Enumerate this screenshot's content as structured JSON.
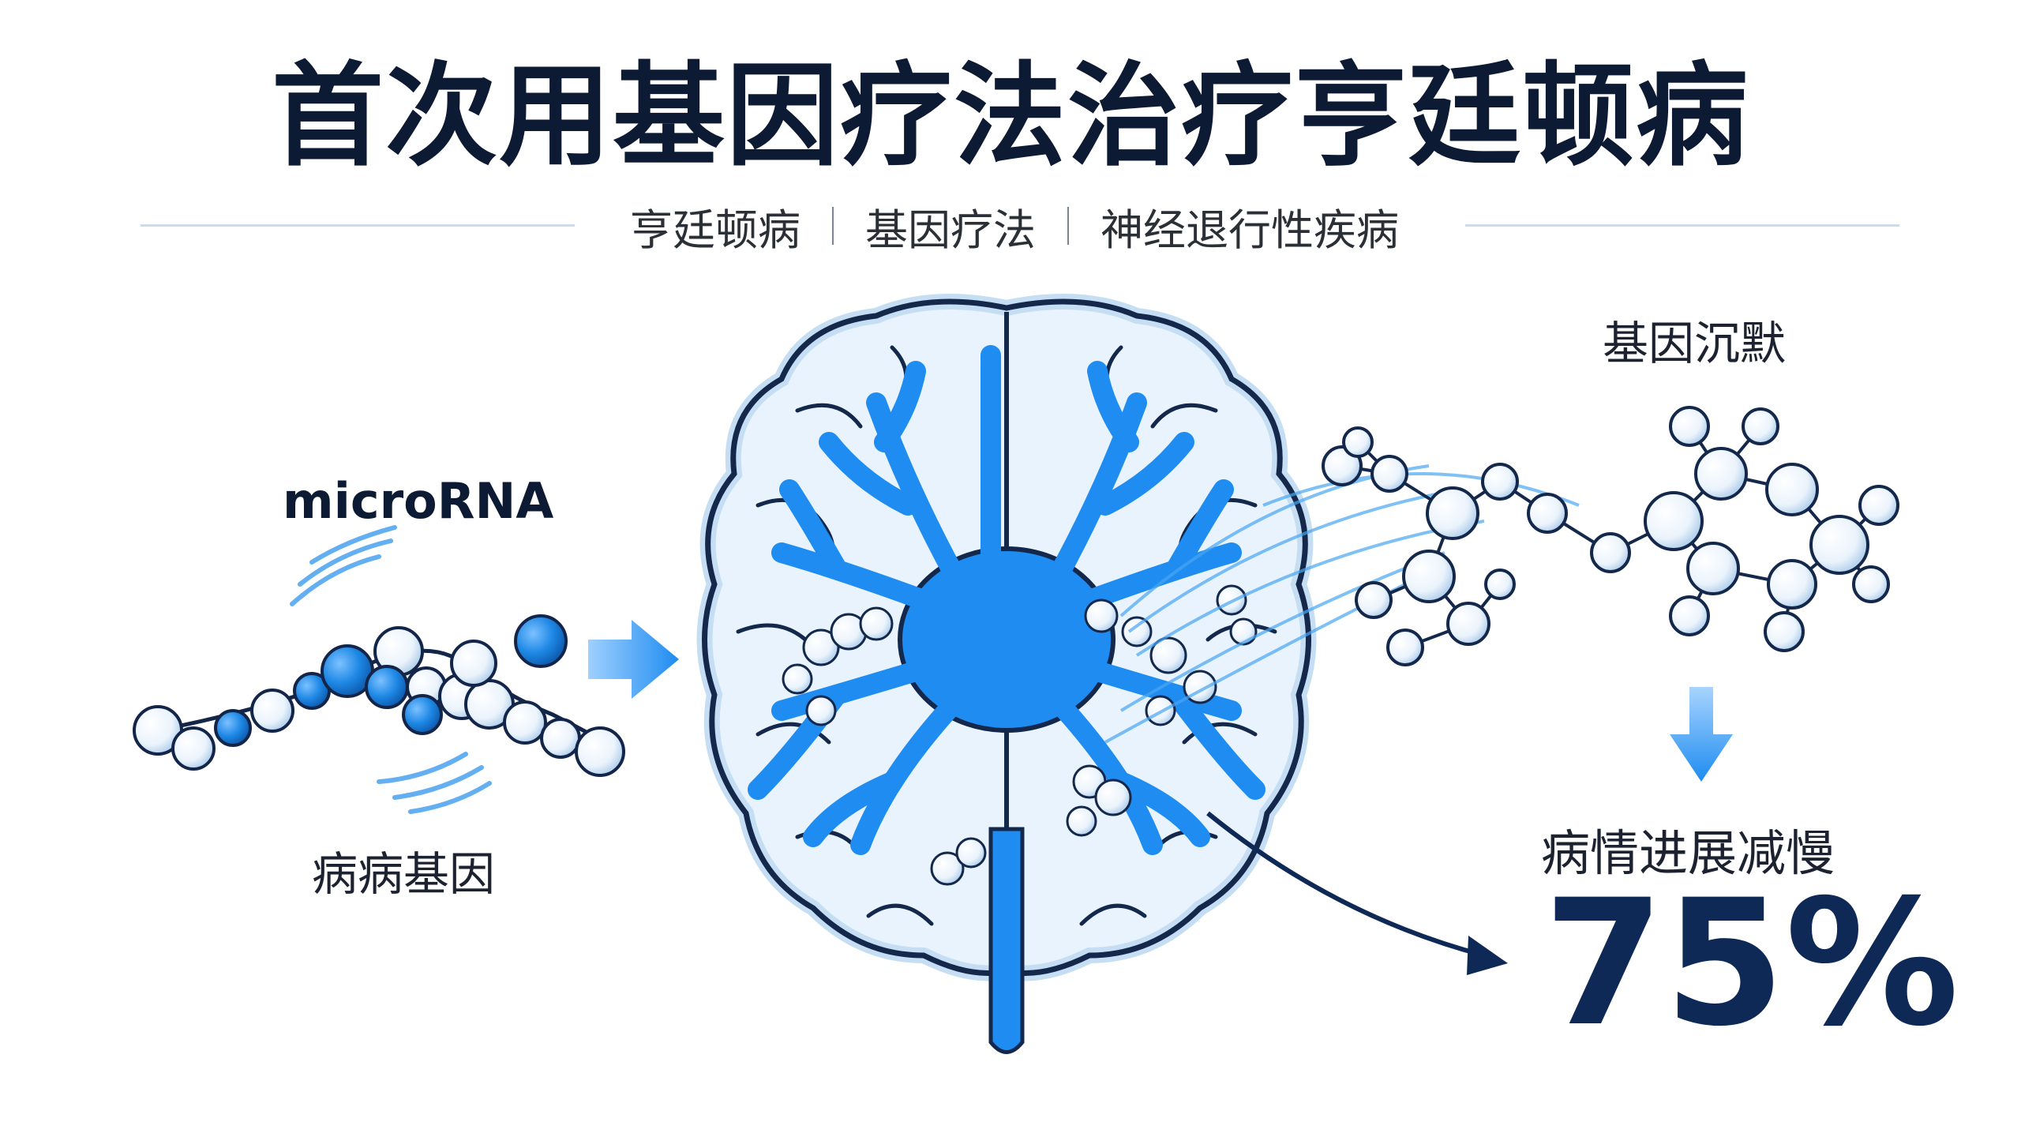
{
  "title": "首次用基因疗法治疗亨廷顿病",
  "tags": [
    "亨廷顿病",
    "基因疗法",
    "神经退行性疾病"
  ],
  "labels": {
    "microrna": "microRNA",
    "disease_gene": "病病基因",
    "gene_silencing": "基因沉默",
    "progression_slowed": "病情进展减慢"
  },
  "stat": {
    "value": "75%"
  },
  "colors": {
    "brain_blue": "#1e8cf0",
    "dark_navy": "#0f2957",
    "light_blue": "#e7f2fc",
    "outline": "#14284b"
  },
  "icons": [
    "arrow-right-icon",
    "arrow-down-icon",
    "curved-arrow-icon",
    "brain-icon",
    "rna-strand-icon",
    "molecule-icon"
  ]
}
